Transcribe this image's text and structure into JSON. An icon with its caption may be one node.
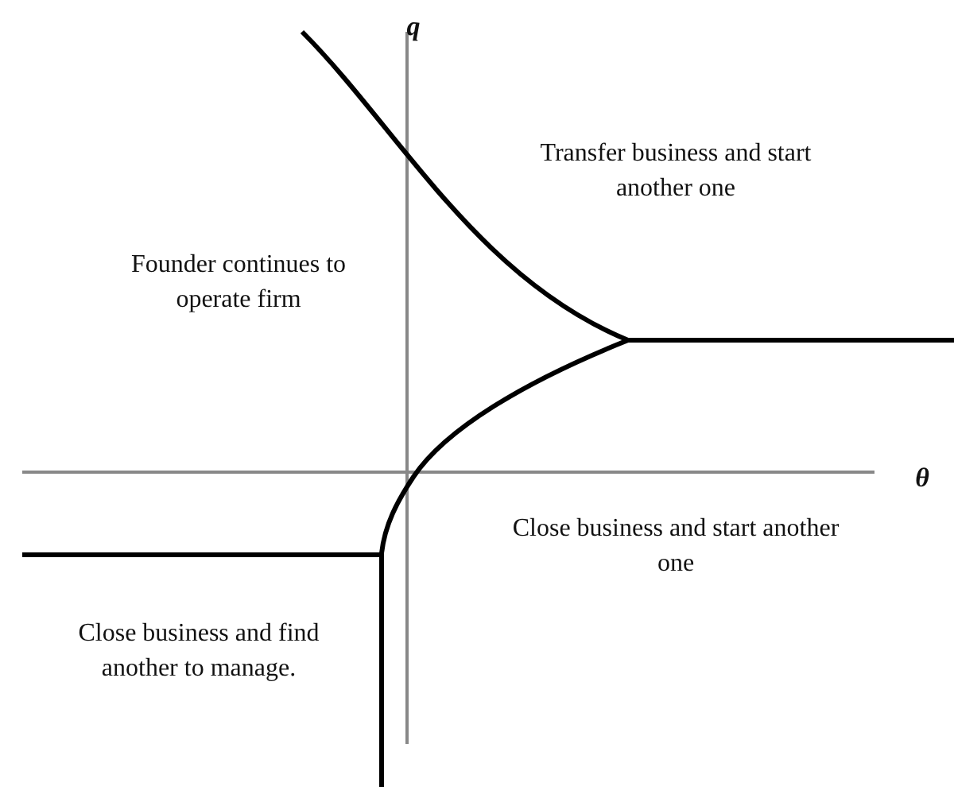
{
  "diagram": {
    "labels": [
      "q",
      "Transfer business and start another one",
      "Founder continues to operate firm",
      "θ",
      "Close business and start another one",
      "Close business and find another to manage."
    ]
  }
}
